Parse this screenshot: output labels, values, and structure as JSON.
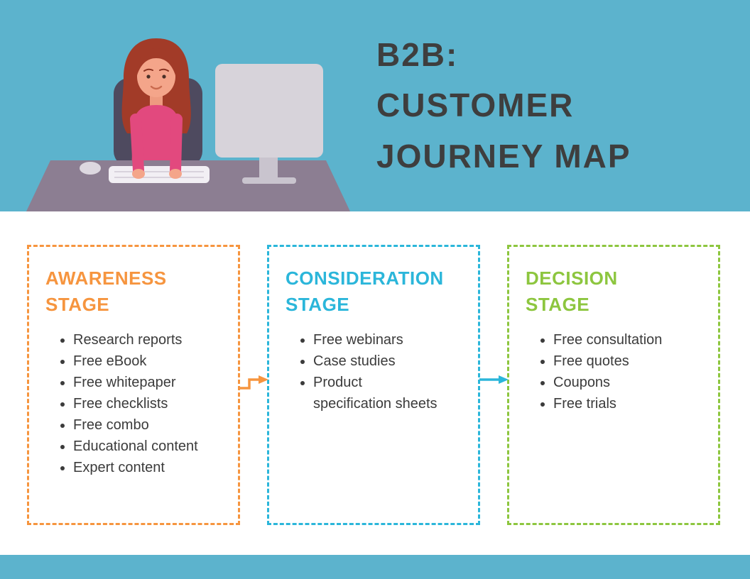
{
  "header": {
    "title_lines": [
      "B2B:",
      "CUSTOMER",
      "JOURNEY MAP"
    ],
    "illustration": "woman-working-at-desk-with-computer"
  },
  "stages": [
    {
      "id": "awareness",
      "title_lines": [
        "AWARENESS",
        "STAGE"
      ],
      "accent_color": "#F6953F",
      "items": [
        "Research reports",
        "Free eBook",
        "Free whitepaper",
        "Free checklists",
        "Free combo",
        "Educational content",
        "Expert content"
      ]
    },
    {
      "id": "consideration",
      "title_lines": [
        "CONSIDERATION",
        "STAGE"
      ],
      "accent_color": "#2BB6DA",
      "items": [
        "Free webinars",
        "Case studies",
        "Product specification sheets"
      ]
    },
    {
      "id": "decision",
      "title_lines": [
        "DECISION",
        "STAGE"
      ],
      "accent_color": "#8DC63F",
      "items": [
        "Free consultation",
        "Free quotes",
        "Coupons",
        "Free trials"
      ]
    }
  ],
  "colors": {
    "banner_blue": "#5CB3CD",
    "title_text": "#3E3E3E",
    "body_text": "#3B3B3B",
    "awareness_orange": "#F6953F",
    "consideration_cyan": "#2BB6DA",
    "decision_green": "#8DC63F"
  }
}
